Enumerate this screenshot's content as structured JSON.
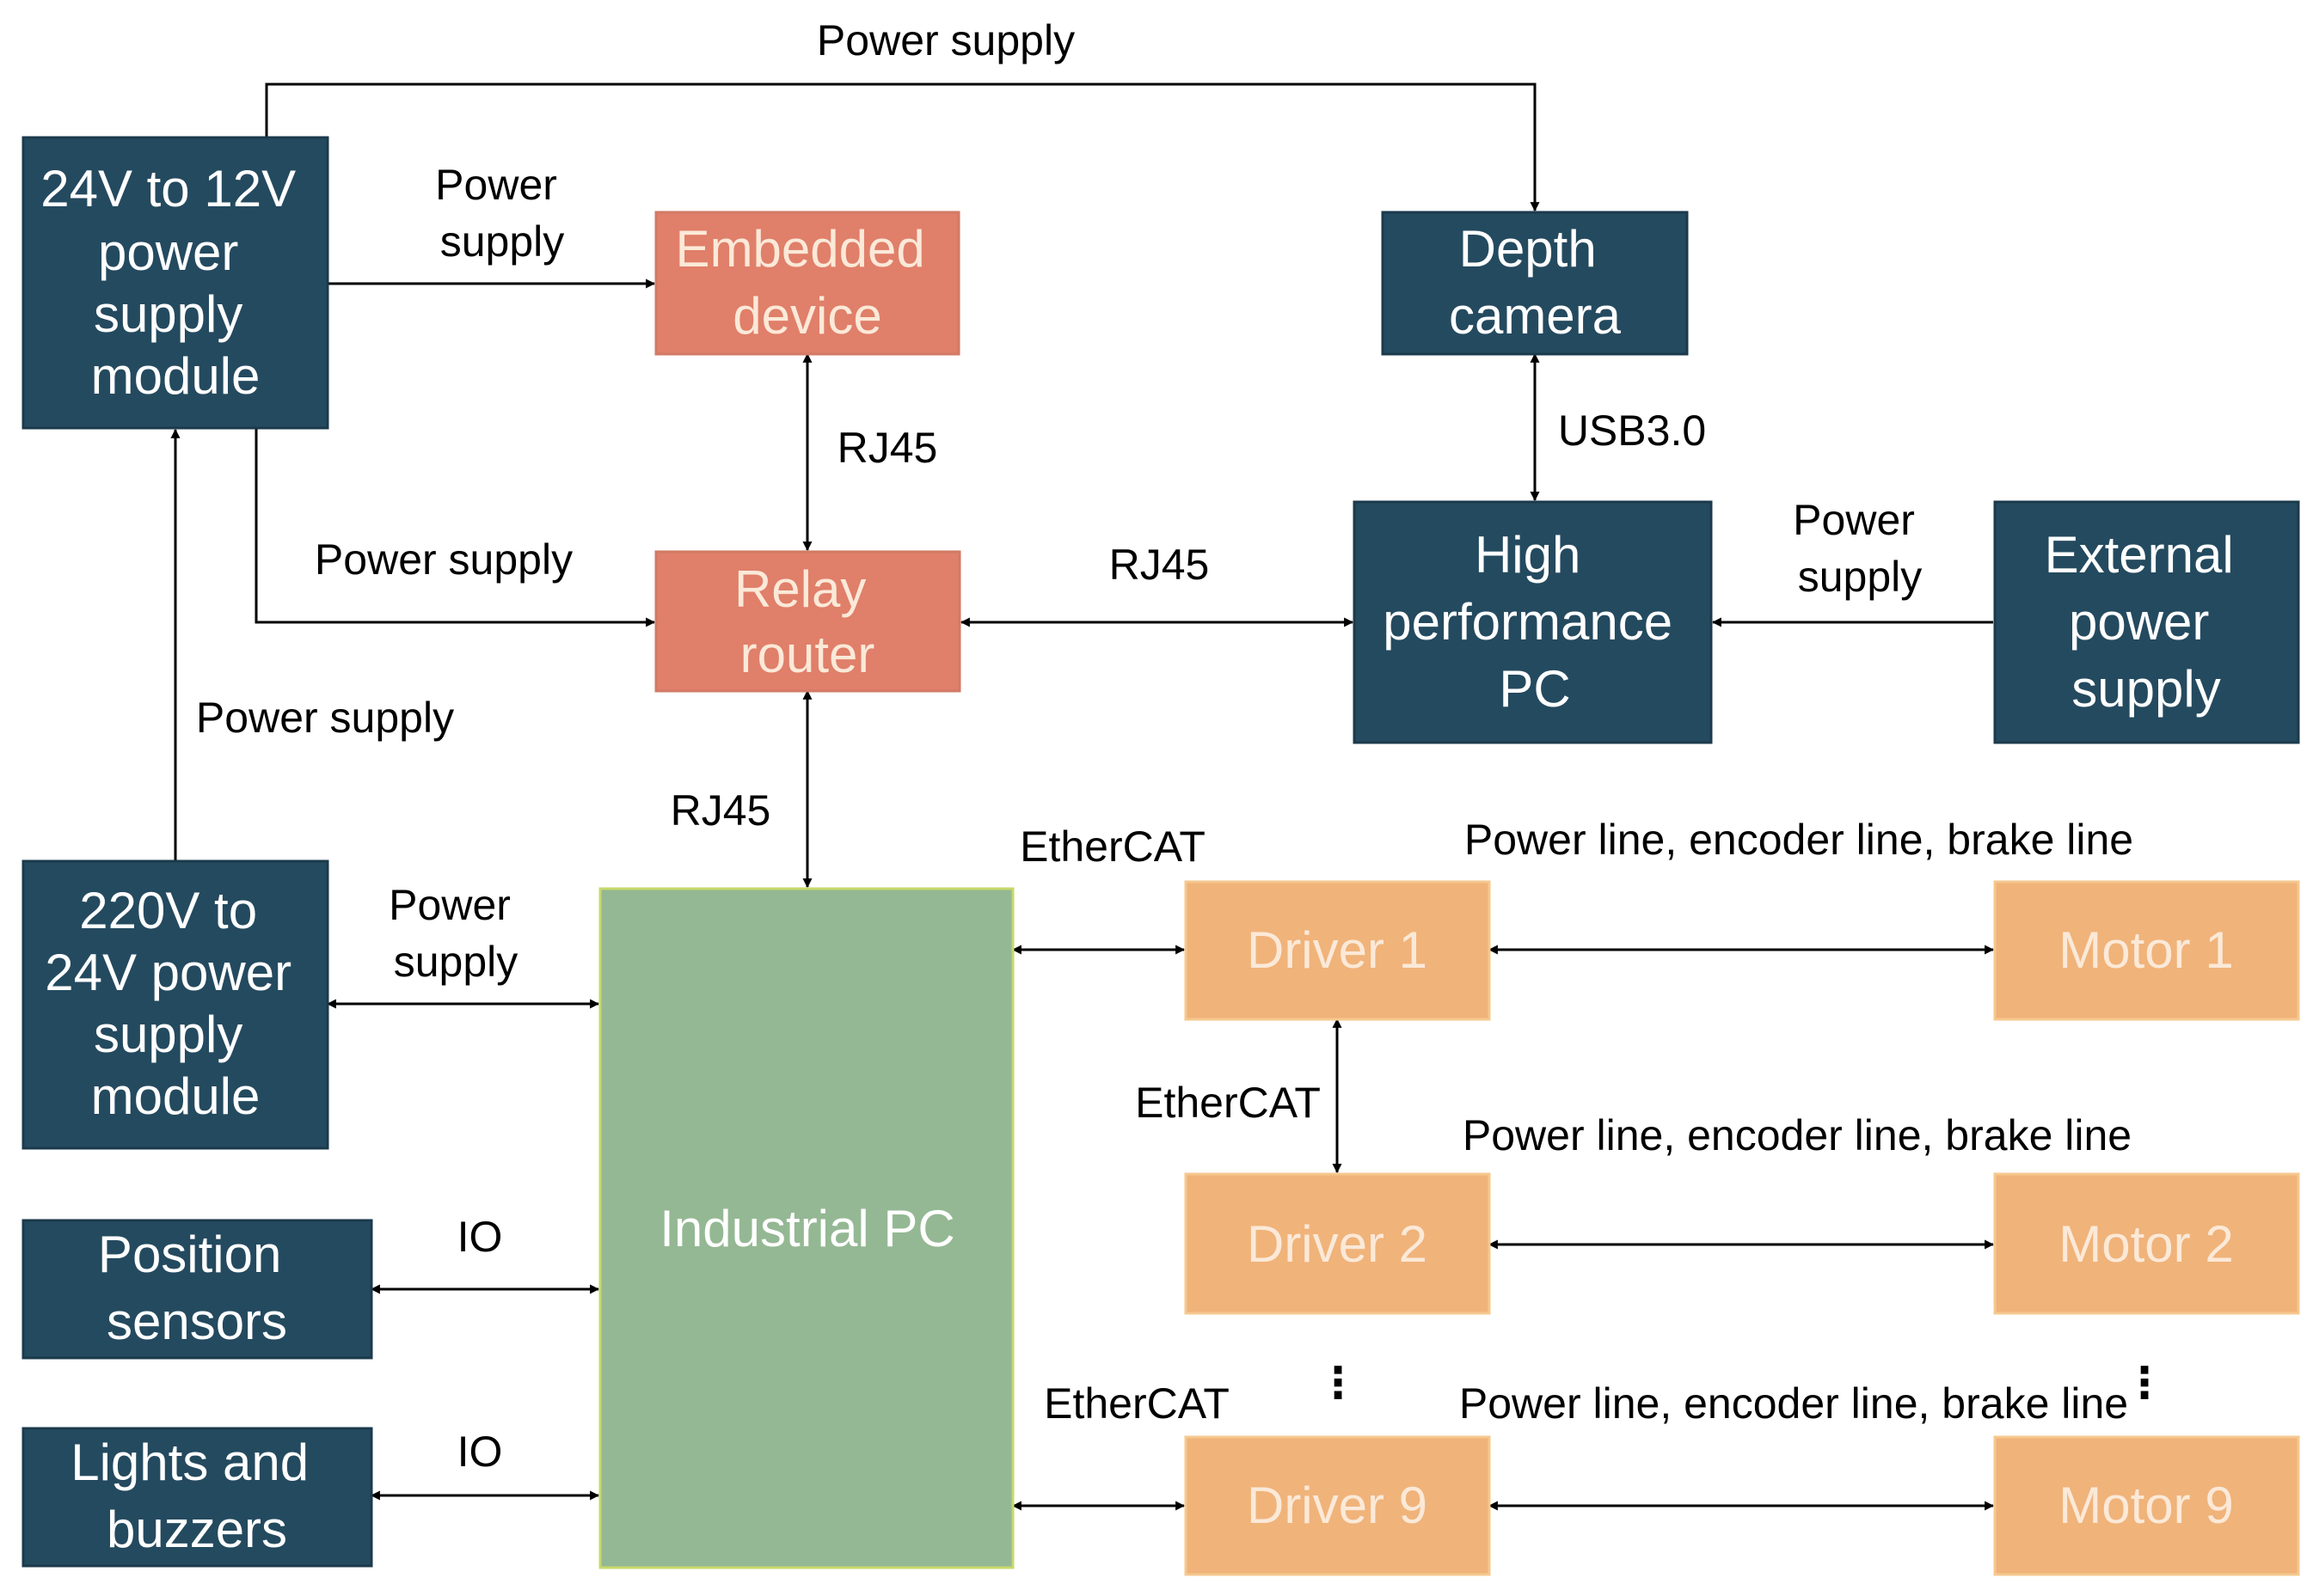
{
  "colors": {
    "dark_blue": "#244a5f",
    "salmon": "#e07f6a",
    "orange": "#f0b37a",
    "green": "#94b893",
    "light_text": "#ffffff",
    "orange_text": "#fbe9d8"
  },
  "nodes": {
    "psu_24_12": [
      "24V to 12V",
      "power",
      "supply",
      "module"
    ],
    "psu_220_24": [
      "220V to",
      "24V power",
      "supply",
      "module"
    ],
    "position_sensors": [
      "Position",
      "sensors"
    ],
    "lights_buzzers": [
      "Lights and",
      "buzzers"
    ],
    "embedded_device": [
      "Embedded",
      "device"
    ],
    "relay_router": [
      "Relay",
      "router"
    ],
    "industrial_pc": [
      "Industrial PC"
    ],
    "depth_camera": [
      "Depth",
      "camera"
    ],
    "high_perf_pc": [
      "High",
      "performance",
      "PC"
    ],
    "external_power": [
      "External",
      "power",
      "supply"
    ],
    "driver_1": [
      "Driver 1"
    ],
    "driver_2": [
      "Driver 2"
    ],
    "driver_9": [
      "Driver 9"
    ],
    "motor_1": [
      "Motor 1"
    ],
    "motor_2": [
      "Motor 2"
    ],
    "motor_9": [
      "Motor 9"
    ]
  },
  "labels": {
    "top_power": [
      "Power supply"
    ],
    "psu_to_embedded": [
      "Power",
      "supply"
    ],
    "psu_to_router": [
      "Power supply"
    ],
    "psu220_to_psu12": [
      "Power supply"
    ],
    "psu220_to_ipc": [
      "Power",
      "supply"
    ],
    "embedded_router": [
      "RJ45"
    ],
    "router_hppc": [
      "RJ45"
    ],
    "router_ipc": [
      "RJ45"
    ],
    "camera_hppc": [
      "USB3.0"
    ],
    "ext_hppc": [
      "Power",
      "supply"
    ],
    "ipc_driver1": [
      "EtherCAT"
    ],
    "driver1_driver2": [
      "EtherCAT"
    ],
    "ipc_driver9": [
      "EtherCAT"
    ],
    "driver1_motor1": [
      "Power line, encoder line, brake line"
    ],
    "driver2_motor2": [
      "Power line, encoder line, brake line"
    ],
    "driver9_motor9": [
      "Power line, encoder line, brake line"
    ],
    "sensors_ipc": [
      "IO"
    ],
    "lights_ipc": [
      "IO"
    ]
  },
  "ellipsis": [
    "⋮",
    "⋮"
  ]
}
